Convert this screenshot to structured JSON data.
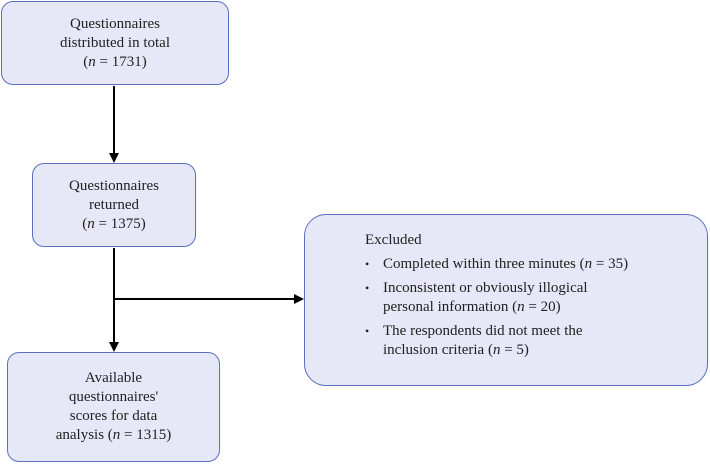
{
  "boxes": {
    "distributed": {
      "line1": "Questionnaires",
      "line2": "distributed in total",
      "n_prefix": "(",
      "n_symbol": "n",
      "n_value": " = 1731)"
    },
    "returned": {
      "line1": "Questionnaires",
      "line2": "returned",
      "n_prefix": "(",
      "n_symbol": "n",
      "n_value": " = 1375)"
    },
    "available": {
      "line1": "Available",
      "line2": "questionnaires'",
      "line3": "scores for data",
      "line4_text": "analysis (",
      "n_symbol": "n",
      "n_value": " = 1315)"
    },
    "excluded": {
      "title": "Excluded",
      "bullet_glyph": "•",
      "items": [
        {
          "text": "Completed within three minutes (",
          "n_symbol": "n",
          "n_value": " = 35)"
        },
        {
          "line1": "Inconsistent or obviously illogical",
          "line2_text": "personal information (",
          "n_symbol": "n",
          "n_value": " = 20)"
        },
        {
          "line1": "The respondents did not meet the",
          "line2_text": "inclusion criteria (",
          "n_symbol": "n",
          "n_value": " = 5)"
        }
      ]
    }
  },
  "colors": {
    "box_fill": "#e6e8f7",
    "box_border": "#5a6fbf",
    "arrow": "#000000"
  }
}
